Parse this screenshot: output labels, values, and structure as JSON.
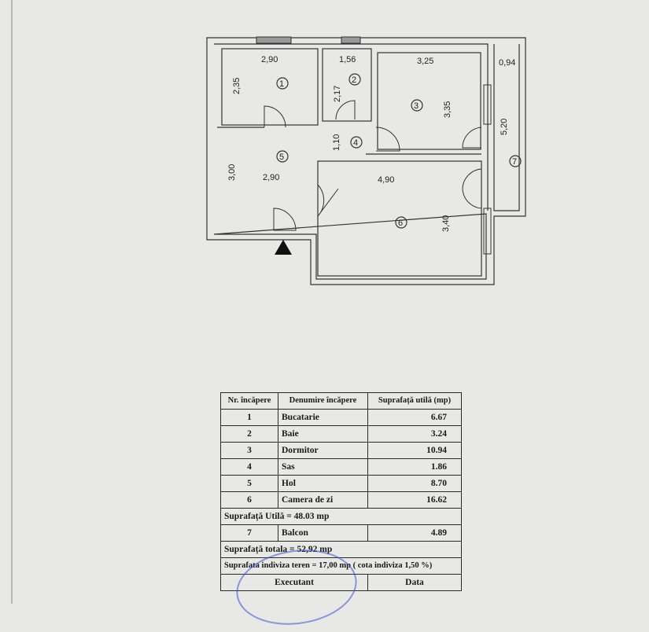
{
  "plan": {
    "dims": {
      "kitchen_w": "2,90",
      "kitchen_h": "2,35",
      "bath_w": "1,56",
      "bath_h": "2,17",
      "bedroom_w": "3,25",
      "bedroom_h": "3,35",
      "balcony_w": "0,94",
      "balcony_h": "5,20",
      "sas_h": "1,10",
      "hol_h": "3,00",
      "hol_w": "2,90",
      "living_w": "4,90",
      "living_h": "3,40"
    },
    "room_numbers": [
      "1",
      "2",
      "3",
      "4",
      "5",
      "6",
      "7"
    ],
    "entrance_icon": "triangle-entrance-marker"
  },
  "table": {
    "headers": [
      "Nr. încăpere",
      "Denumire încăpere",
      "Suprafață utilă (mp)"
    ],
    "rows": [
      {
        "nr": "1",
        "name": "Bucatarie",
        "area": "6.67"
      },
      {
        "nr": "2",
        "name": "Baie",
        "area": "3.24"
      },
      {
        "nr": "3",
        "name": "Dormitor",
        "area": "10.94"
      },
      {
        "nr": "4",
        "name": "Sas",
        "area": "1.86"
      },
      {
        "nr": "5",
        "name": "Hol",
        "area": "8.70"
      },
      {
        "nr": "6",
        "name": "Camera de zi",
        "area": "16.62"
      }
    ],
    "useful_total": "Suprafață Utilă   = 48.03 mp",
    "balcony_row": {
      "nr": "7",
      "name": "Balcon",
      "area": "4.89"
    },
    "total": "Suprafață totala = 52,92 mp",
    "indiviza": "Suprafata indiviza teren = 17,00 mp ( cota indiviza 1,50 %)",
    "executant": "Executant",
    "data": "Data"
  }
}
